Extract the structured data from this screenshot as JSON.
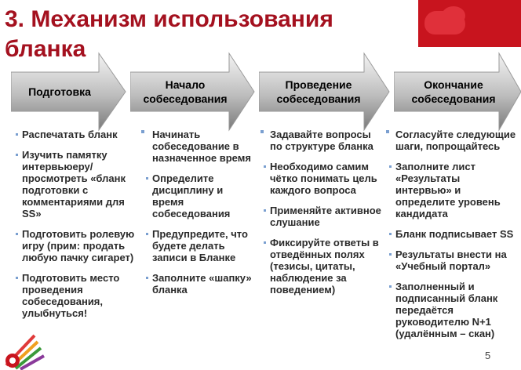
{
  "title": "3.  Механизм использования бланка",
  "steps": [
    {
      "label_line1": "Подготовка",
      "label_line2": ""
    },
    {
      "label_line1": "Начало",
      "label_line2": "собеседования"
    },
    {
      "label_line1": "Проведение",
      "label_line2": "собеседования"
    },
    {
      "label_line1": "Окончание",
      "label_line2": "собеседования"
    }
  ],
  "columns": [
    {
      "items": [
        "Распечатать бланк",
        "Изучить памятку интервьюеру/просмотреть «бланк подготовки с комментариями для SS»",
        "Подготовить ролевую игру (прим: продать любую пачку сигарет)",
        "Подготовить место проведения собеседования, улыбнуться!"
      ]
    },
    {
      "items": [
        "Начинать собеседование в назначенное время",
        "Определите дисциплину и время собеседования",
        "Предупредите, что будете делать записи в Бланке",
        "Заполните «шапку» бланка"
      ]
    },
    {
      "items": [
        "Задавайте вопросы по структуре бланка",
        "Необходимо самим чётко понимать цель каждого вопроса",
        "Применяйте активное слушание",
        "Фиксируйте ответы в отведённых полях (тезисы, цитаты, наблюдение за поведением)"
      ]
    },
    {
      "items": [
        "Согласуйте следующие шаги, попрощайтесь",
        "Заполните лист «Результаты интервью» и определите уровень кандидата",
        "Бланк подписывает SS",
        "Результаты внести на «Учебный портал»",
        "Заполненный и подписанный бланк передаётся руководителю N+1 (удалённым – скан)"
      ]
    }
  ],
  "page_number": "5",
  "colors": {
    "title": "#a4111f",
    "brand_red": "#c8141e",
    "bullet": "#7a9fd0"
  }
}
